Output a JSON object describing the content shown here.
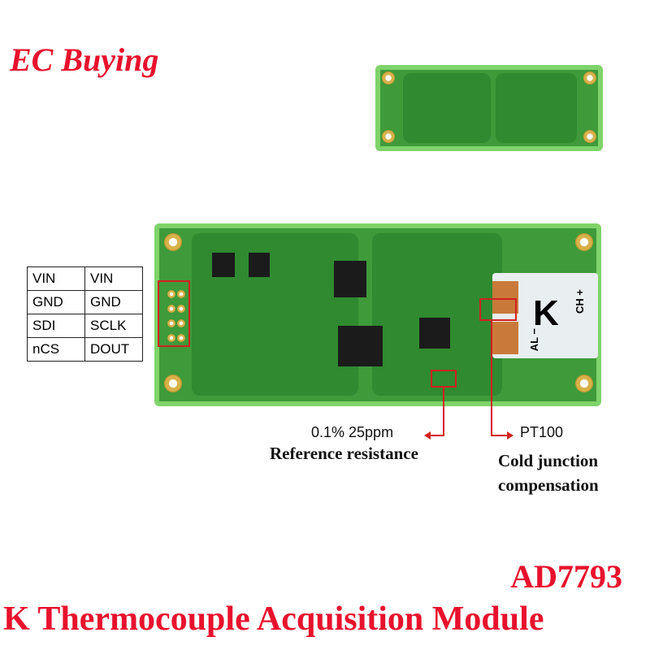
{
  "brand": "EC Buying",
  "pinout": [
    [
      "VIN",
      "VIN"
    ],
    [
      "GND",
      "GND"
    ],
    [
      "SDI",
      "SCLK"
    ],
    [
      "nCS",
      "DOUT"
    ]
  ],
  "annotations": {
    "resistor_spec": "0.1% 25ppm",
    "resistor_label": "Reference resistance",
    "sensor_spec": "PT100",
    "sensor_label_1": "Cold junction",
    "sensor_label_2": "compensation"
  },
  "product": {
    "chip": "AD7793",
    "title": "K Thermocouple Acquisition Module"
  },
  "connector": {
    "letter": "K",
    "plus": "CH +",
    "minus": "AL −"
  },
  "colors": {
    "accent": "#e8112d",
    "pcb": "#3f9a3a",
    "pcb_edge": "#7fd36a"
  }
}
